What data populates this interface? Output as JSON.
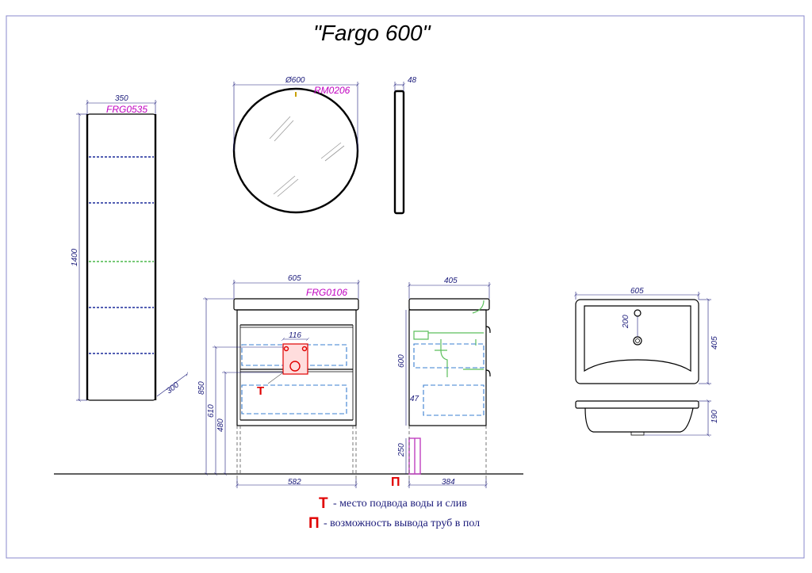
{
  "title": "\"Fargo 600\"",
  "colors": {
    "line": "#000000",
    "dimension": "#1a1a7a",
    "code": "#c000c0",
    "marker": "#e00000",
    "blue_dash": "#3a7fd0",
    "green": "#5cbf5c",
    "frame": "#8888cc"
  },
  "pencil_case": {
    "code": "FRG0535",
    "width": "350",
    "height": "1400",
    "depth": "300"
  },
  "mirror": {
    "code": "RM0206",
    "diameter": "Ø600",
    "thickness": "48"
  },
  "vanity_front": {
    "code": "FRG0106",
    "width_top": "605",
    "width_bottom": "582",
    "connection_width": "116",
    "height_total": "850",
    "height_610": "610",
    "height_480": "480",
    "marker_T": "T"
  },
  "vanity_side": {
    "depth_top": "405",
    "depth_bottom": "384",
    "height_600": "600",
    "height_47": "47",
    "height_250": "250",
    "marker_P": "П"
  },
  "basin": {
    "width": "605",
    "depth": "405",
    "tap_offset": "200",
    "height": "190"
  },
  "legend": [
    {
      "marker": "T",
      "text": "- место подвода воды и слив"
    },
    {
      "marker": "П",
      "text": "- возможность вывода труб в пол"
    }
  ]
}
